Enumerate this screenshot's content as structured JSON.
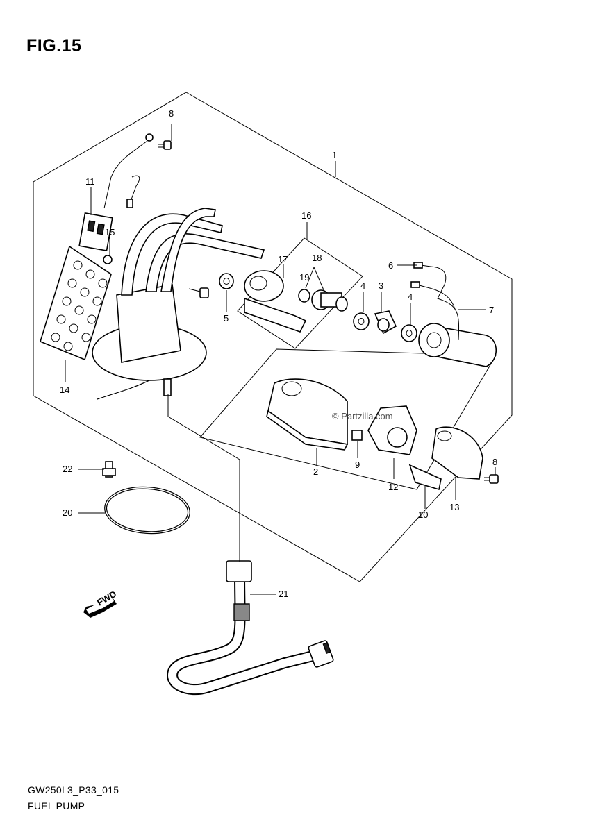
{
  "figure": {
    "title": "FIG.15"
  },
  "footer": {
    "code": "GW250L3_P33_015",
    "caption": "FUEL PUMP"
  },
  "watermark": "© Partzilla.com",
  "direction_arrow": {
    "label": "FWD"
  },
  "callouts": [
    "1",
    "2",
    "3",
    "4",
    "4",
    "5",
    "6",
    "7",
    "8",
    "8",
    "9",
    "10",
    "11",
    "12",
    "13",
    "14",
    "15",
    "16",
    "17",
    "18",
    "19",
    "20",
    "21",
    "22"
  ]
}
